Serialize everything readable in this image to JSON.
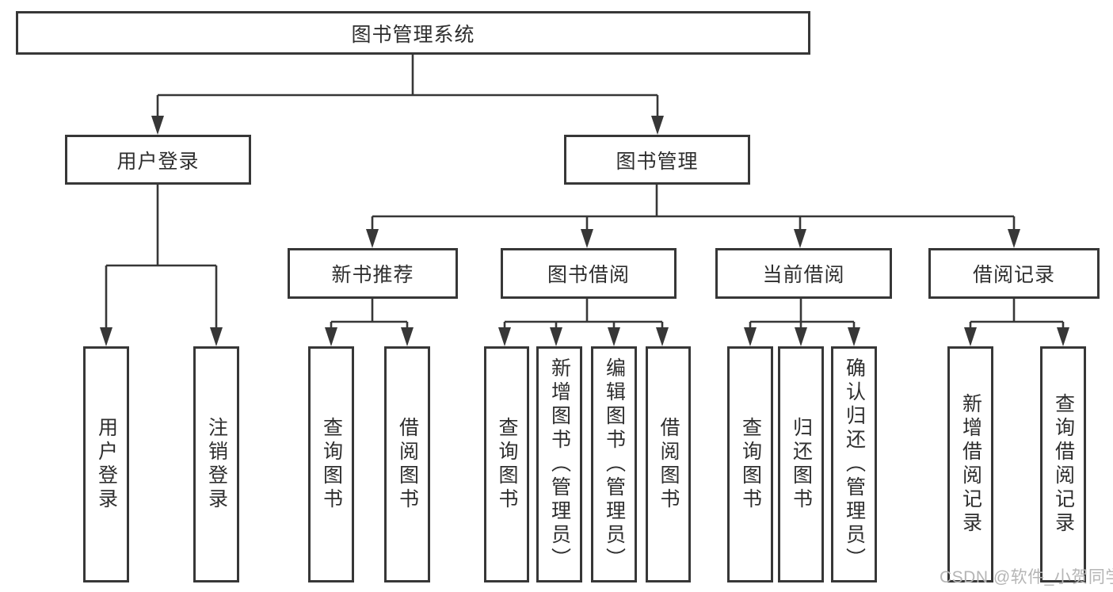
{
  "diagram": {
    "type": "tree",
    "root": {
      "label": "图书管理系统"
    },
    "branches": [
      {
        "label": "用户登录",
        "children": [
          {
            "label": "用户登录"
          },
          {
            "label": "注销登录"
          }
        ]
      },
      {
        "label": "图书管理",
        "children": [
          {
            "label": "新书推荐",
            "children": [
              {
                "label": "查询图书"
              },
              {
                "label": "借阅图书"
              }
            ]
          },
          {
            "label": "图书借阅",
            "children": [
              {
                "label": "查询图书"
              },
              {
                "label": "新增图书（管理员）"
              },
              {
                "label": "编辑图书（管理员）"
              },
              {
                "label": "借阅图书"
              }
            ]
          },
          {
            "label": "当前借阅",
            "children": [
              {
                "label": "查询图书"
              },
              {
                "label": "归还图书"
              },
              {
                "label": "确认归还（管理员）"
              }
            ]
          },
          {
            "label": "借阅记录",
            "children": [
              {
                "label": "新增借阅记录"
              },
              {
                "label": "查询借阅记录"
              }
            ]
          }
        ]
      }
    ],
    "watermark": "CSDN @软件_小贺同学",
    "colors": {
      "line": "#373737",
      "text": "#2e2e2e",
      "watermark": "#b5b5b5",
      "background": "#ffffff"
    }
  }
}
